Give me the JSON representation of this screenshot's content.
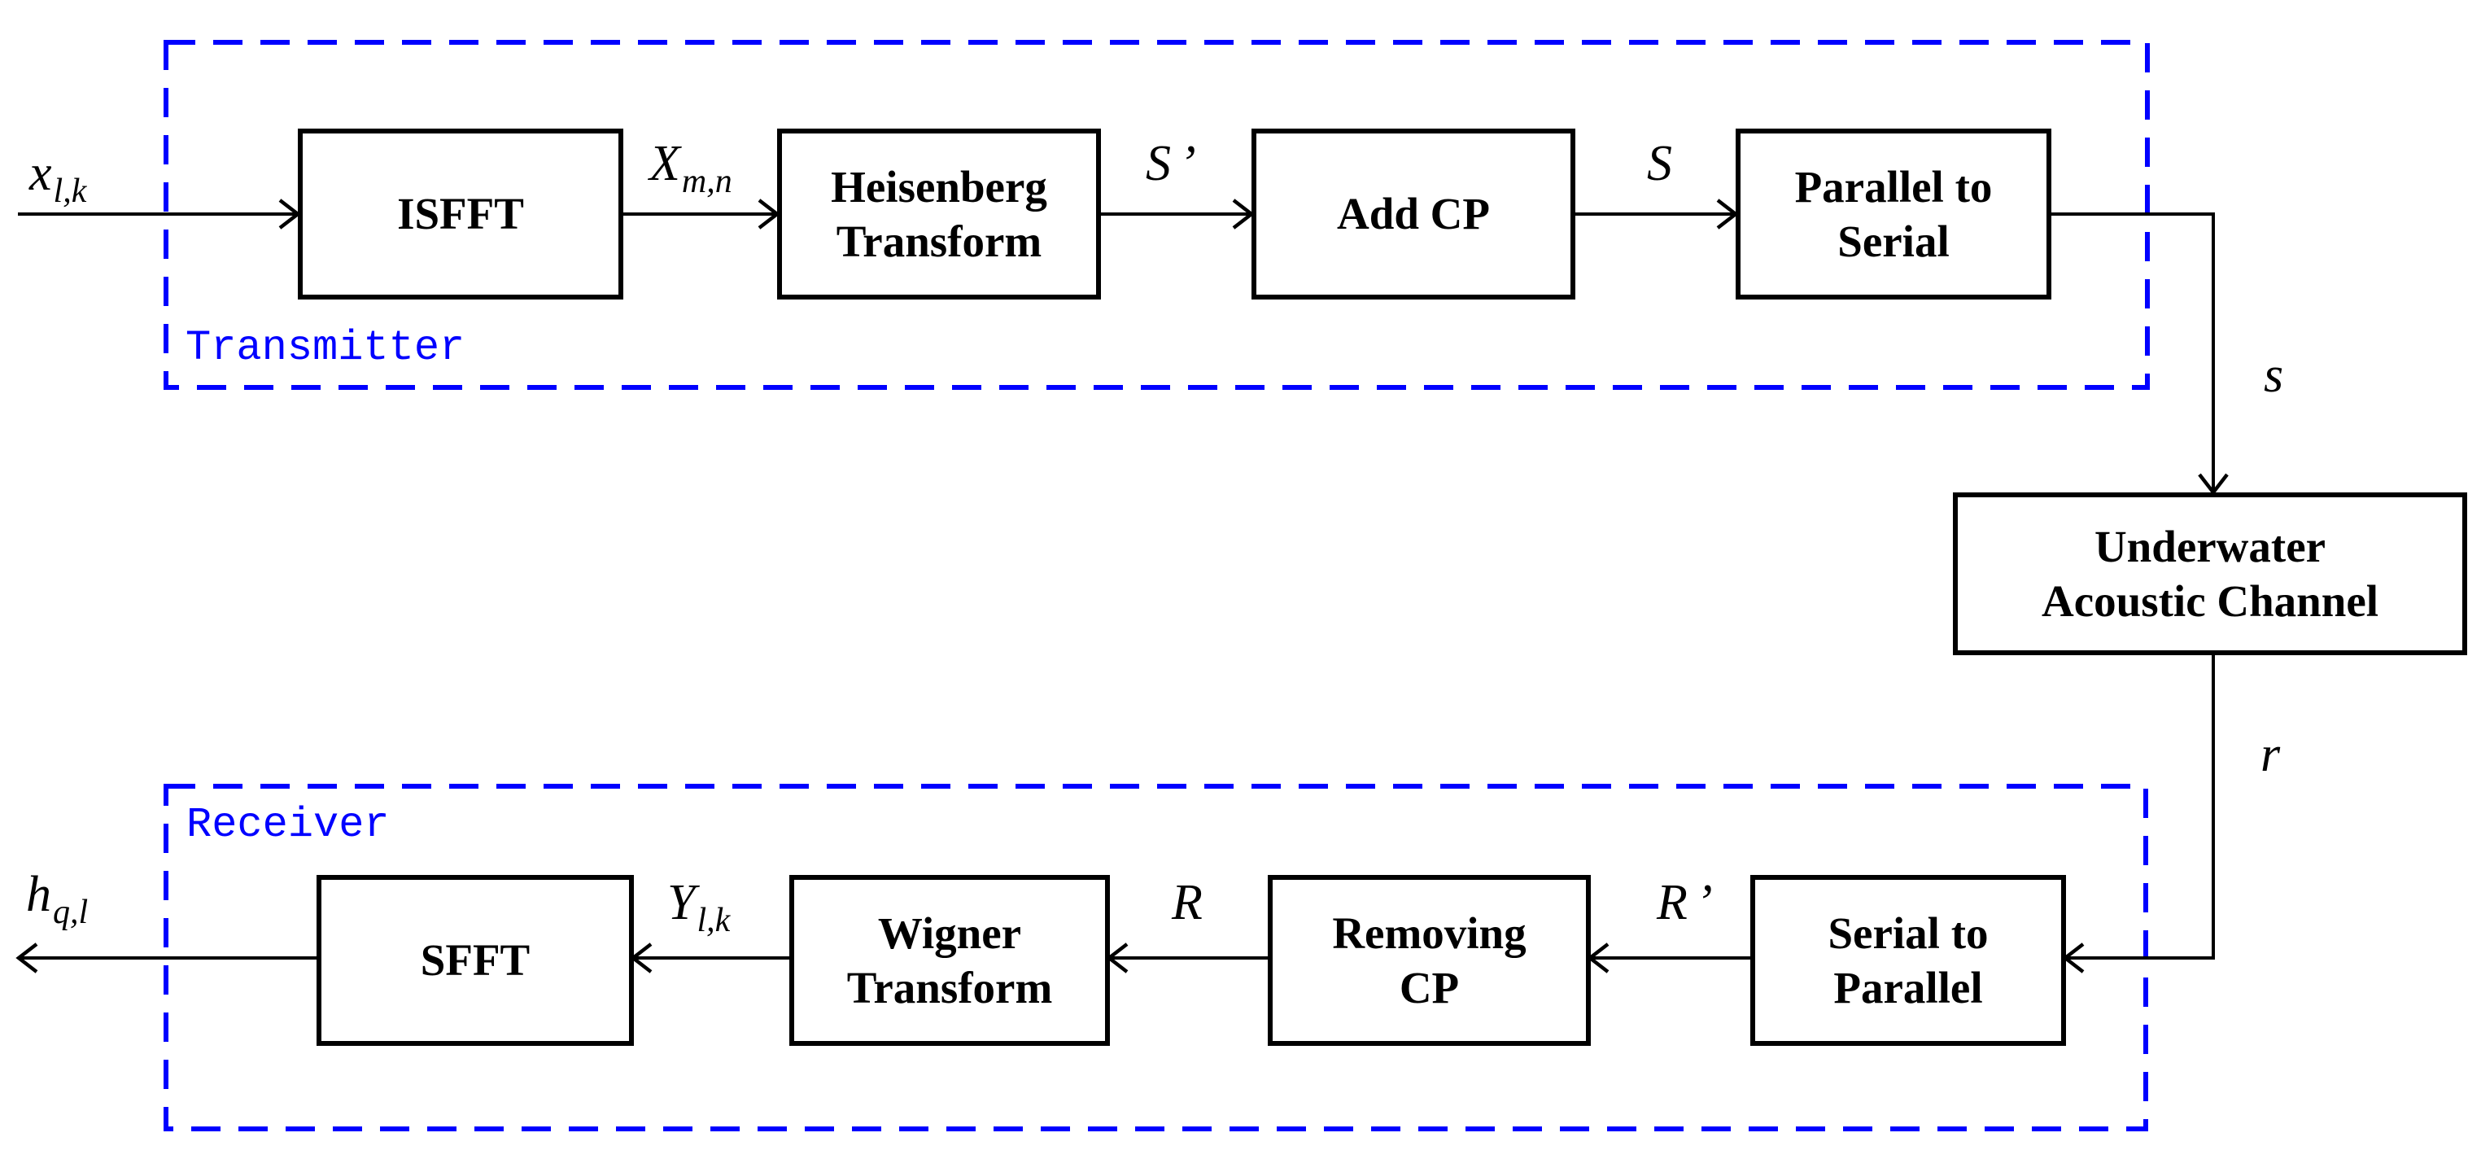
{
  "transmitter": {
    "label": "Transmitter",
    "blocks": [
      {
        "label": "ISFFT"
      },
      {
        "label": "Heisenberg\nTransform"
      },
      {
        "label": "Add CP"
      },
      {
        "label": "Parallel to\nSerial"
      }
    ]
  },
  "channel": {
    "label": "Underwater\nAcoustic Channel"
  },
  "receiver": {
    "label": "Receiver",
    "blocks": [
      {
        "label": "SFFT"
      },
      {
        "label": "Wigner\nTransform"
      },
      {
        "label": "Removing\nCP"
      },
      {
        "label": "Serial to\nParallel"
      }
    ]
  },
  "signals": {
    "x_lk": {
      "base": "x",
      "sub": "l,k"
    },
    "X_mn": {
      "base": "X",
      "sub": "m,n"
    },
    "S_prime": {
      "base": "S",
      "prime": "’"
    },
    "S": {
      "base": "S"
    },
    "s": {
      "base": "s"
    },
    "r": {
      "base": "r"
    },
    "R_prime": {
      "base": "R",
      "prime": "’"
    },
    "R": {
      "base": "R"
    },
    "Y_lk": {
      "base": "Y",
      "sub": "l,k"
    },
    "h_ql": {
      "base": "h",
      "sub": "q,l"
    }
  },
  "colors": {
    "region_outline": "#0000FF",
    "region_label": "#0000FF",
    "line": "#000000",
    "block_border": "#000000",
    "background": "#FFFFFF"
  }
}
